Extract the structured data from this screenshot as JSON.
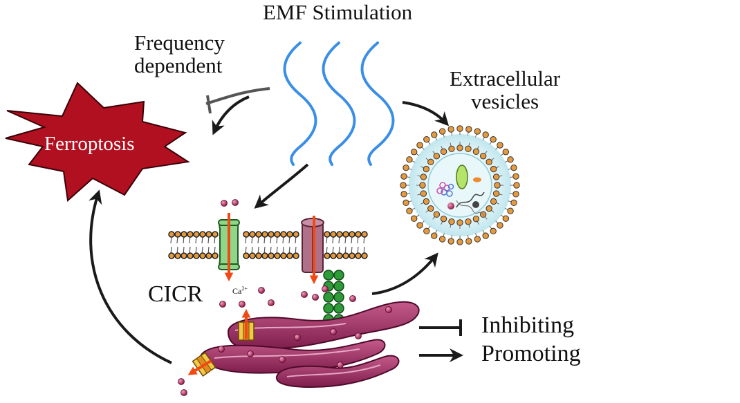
{
  "title": "EMF Stimulation",
  "labels": {
    "frequency_line1": "Frequency",
    "frequency_line2": "dependent",
    "ferroptosis": "Ferroptosis",
    "extracellular_line1": "Extracellular",
    "extracellular_line2": "vesicles",
    "cicr": "CICR",
    "calcium": "Ca",
    "calcium_charge": "2+"
  },
  "legend": {
    "inhibiting": "Inhibiting",
    "promoting": "Promoting"
  },
  "colors": {
    "wave": "#3a8ee6",
    "ferroptosis_fill": "#b0101f",
    "arrow": "#1a1a1a",
    "inhibit": "#555555",
    "calcium_flux": "#f04a14",
    "ion": "#9b1a4e",
    "er": "#a8336a",
    "channel_green": "#8fd68a",
    "channel_mauve": "#b07088",
    "receptor": "#1f7a2a",
    "vesicle_head": "#e59a3e"
  }
}
